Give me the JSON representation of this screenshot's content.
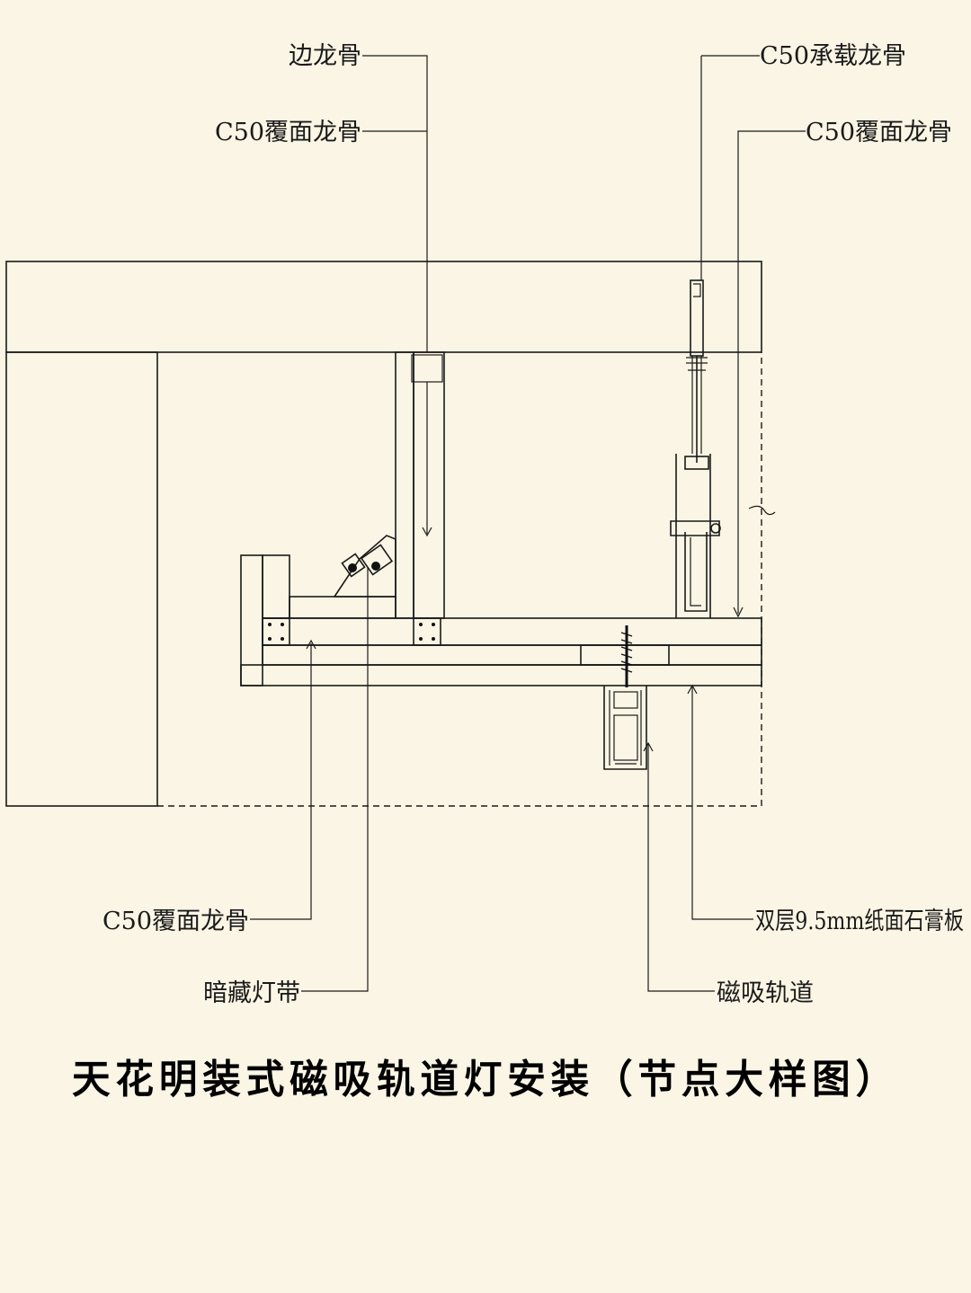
{
  "title": "天花明装式磁吸轨道灯安装（节点大样图）",
  "labels": {
    "edge_keel": "边龙骨",
    "cover_keel_top_left": "C50覆面龙骨",
    "bearing_keel": "C50承载龙骨",
    "cover_keel_top_right": "C50覆面龙骨",
    "cover_keel_bottom": "C50覆面龙骨",
    "hidden_light_strip": "暗藏灯带",
    "gypsum_board": "双层9.5mm纸面石膏板",
    "magnetic_track": "磁吸轨道"
  },
  "colors": {
    "background": "#faf5e4",
    "line": "#1a1a1a"
  }
}
